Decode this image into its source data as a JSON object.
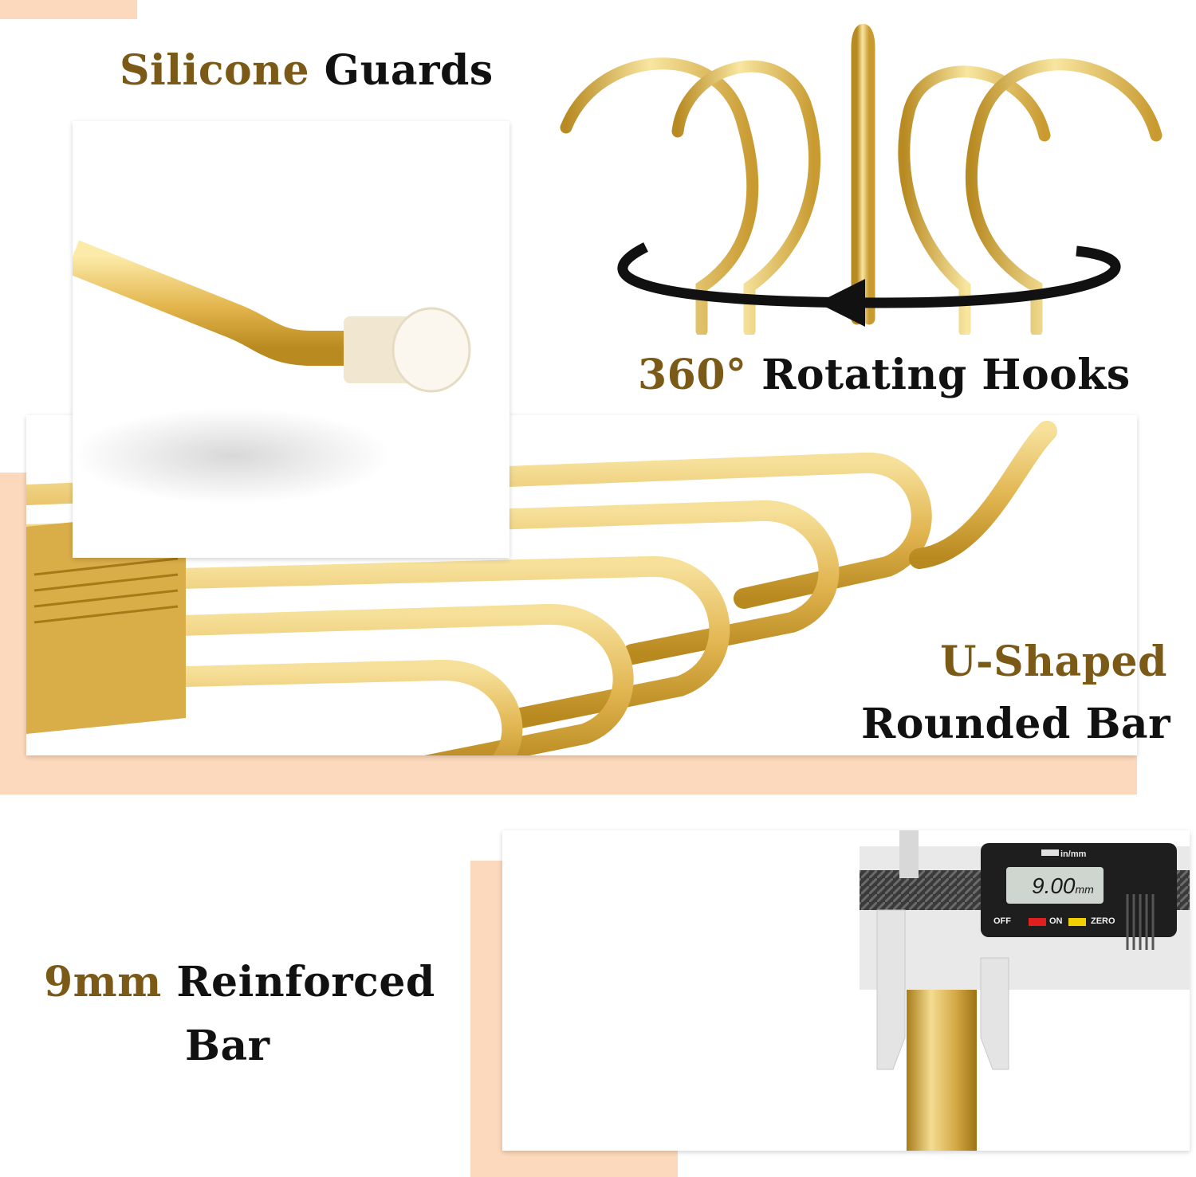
{
  "colors": {
    "accent_text": "#7a5a16",
    "dark_text": "#111111",
    "peach": "#fcd8bc",
    "gold_light": "#f8e6a0",
    "gold_mid": "#e0b850",
    "gold_dark": "#b88a22"
  },
  "features": {
    "silicone": {
      "accent": "Silicone",
      "rest": "Guards"
    },
    "rotating": {
      "accent": "360°",
      "rest": "Rotating Hooks"
    },
    "ushaped": {
      "line1": "U-Shaped",
      "line2": "Rounded Bar"
    },
    "reinforced": {
      "accent": "9mm",
      "rest": "Reinforced",
      "line2": "Bar"
    }
  },
  "caliper": {
    "unit_toggle": "in/mm",
    "reading": "9.00",
    "reading_unit": "mm",
    "off_label": "OFF",
    "on_label": "ON",
    "zero_label": "ZERO"
  },
  "icons": {
    "rotation": "circular-arrow-icon"
  }
}
